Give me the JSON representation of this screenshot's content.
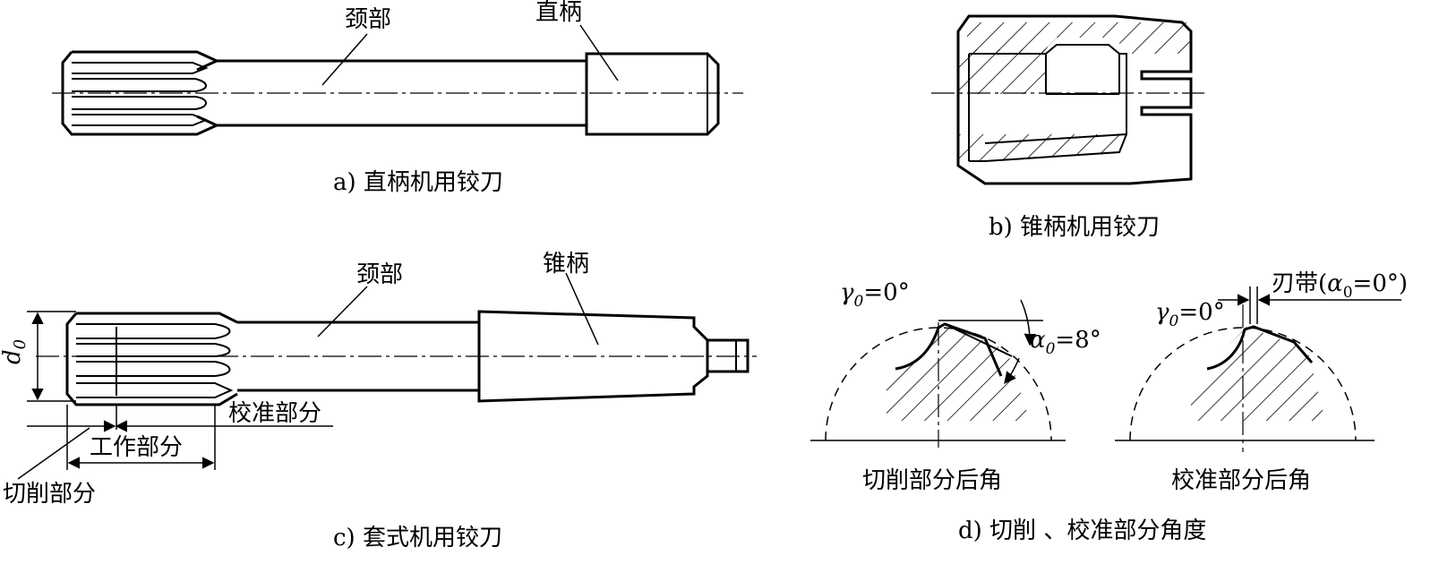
{
  "panel_a": {
    "label_neck": "颈部",
    "label_shank": "直柄",
    "caption": "a)  直柄机用铰刀"
  },
  "panel_b": {
    "caption": "b)  锥柄机用铰刀"
  },
  "panel_c": {
    "label_neck": "颈部",
    "label_taper": "锥柄",
    "label_d0_base": "d",
    "label_d0_sub": "0",
    "label_calibration": "校准部分",
    "label_working": "工作部分",
    "label_cutting": "切削部分",
    "caption": "c)  套式机用铰刀"
  },
  "panel_d": {
    "left": {
      "gamma_base": "γ",
      "gamma_sub": "0",
      "gamma_val": "=0°",
      "alpha_base": "α",
      "alpha_sub": "0",
      "alpha_val": "=8°",
      "caption": "切削部分后角"
    },
    "right": {
      "gamma_base": "γ",
      "gamma_sub": "0",
      "gamma_val": "=0°",
      "land_prefix": "刃带(",
      "land_alpha": "α",
      "land_sub": "0",
      "land_suffix": "=0°)",
      "caption": "校准部分后角"
    },
    "caption": "d)  切削 、校准部分角度"
  }
}
